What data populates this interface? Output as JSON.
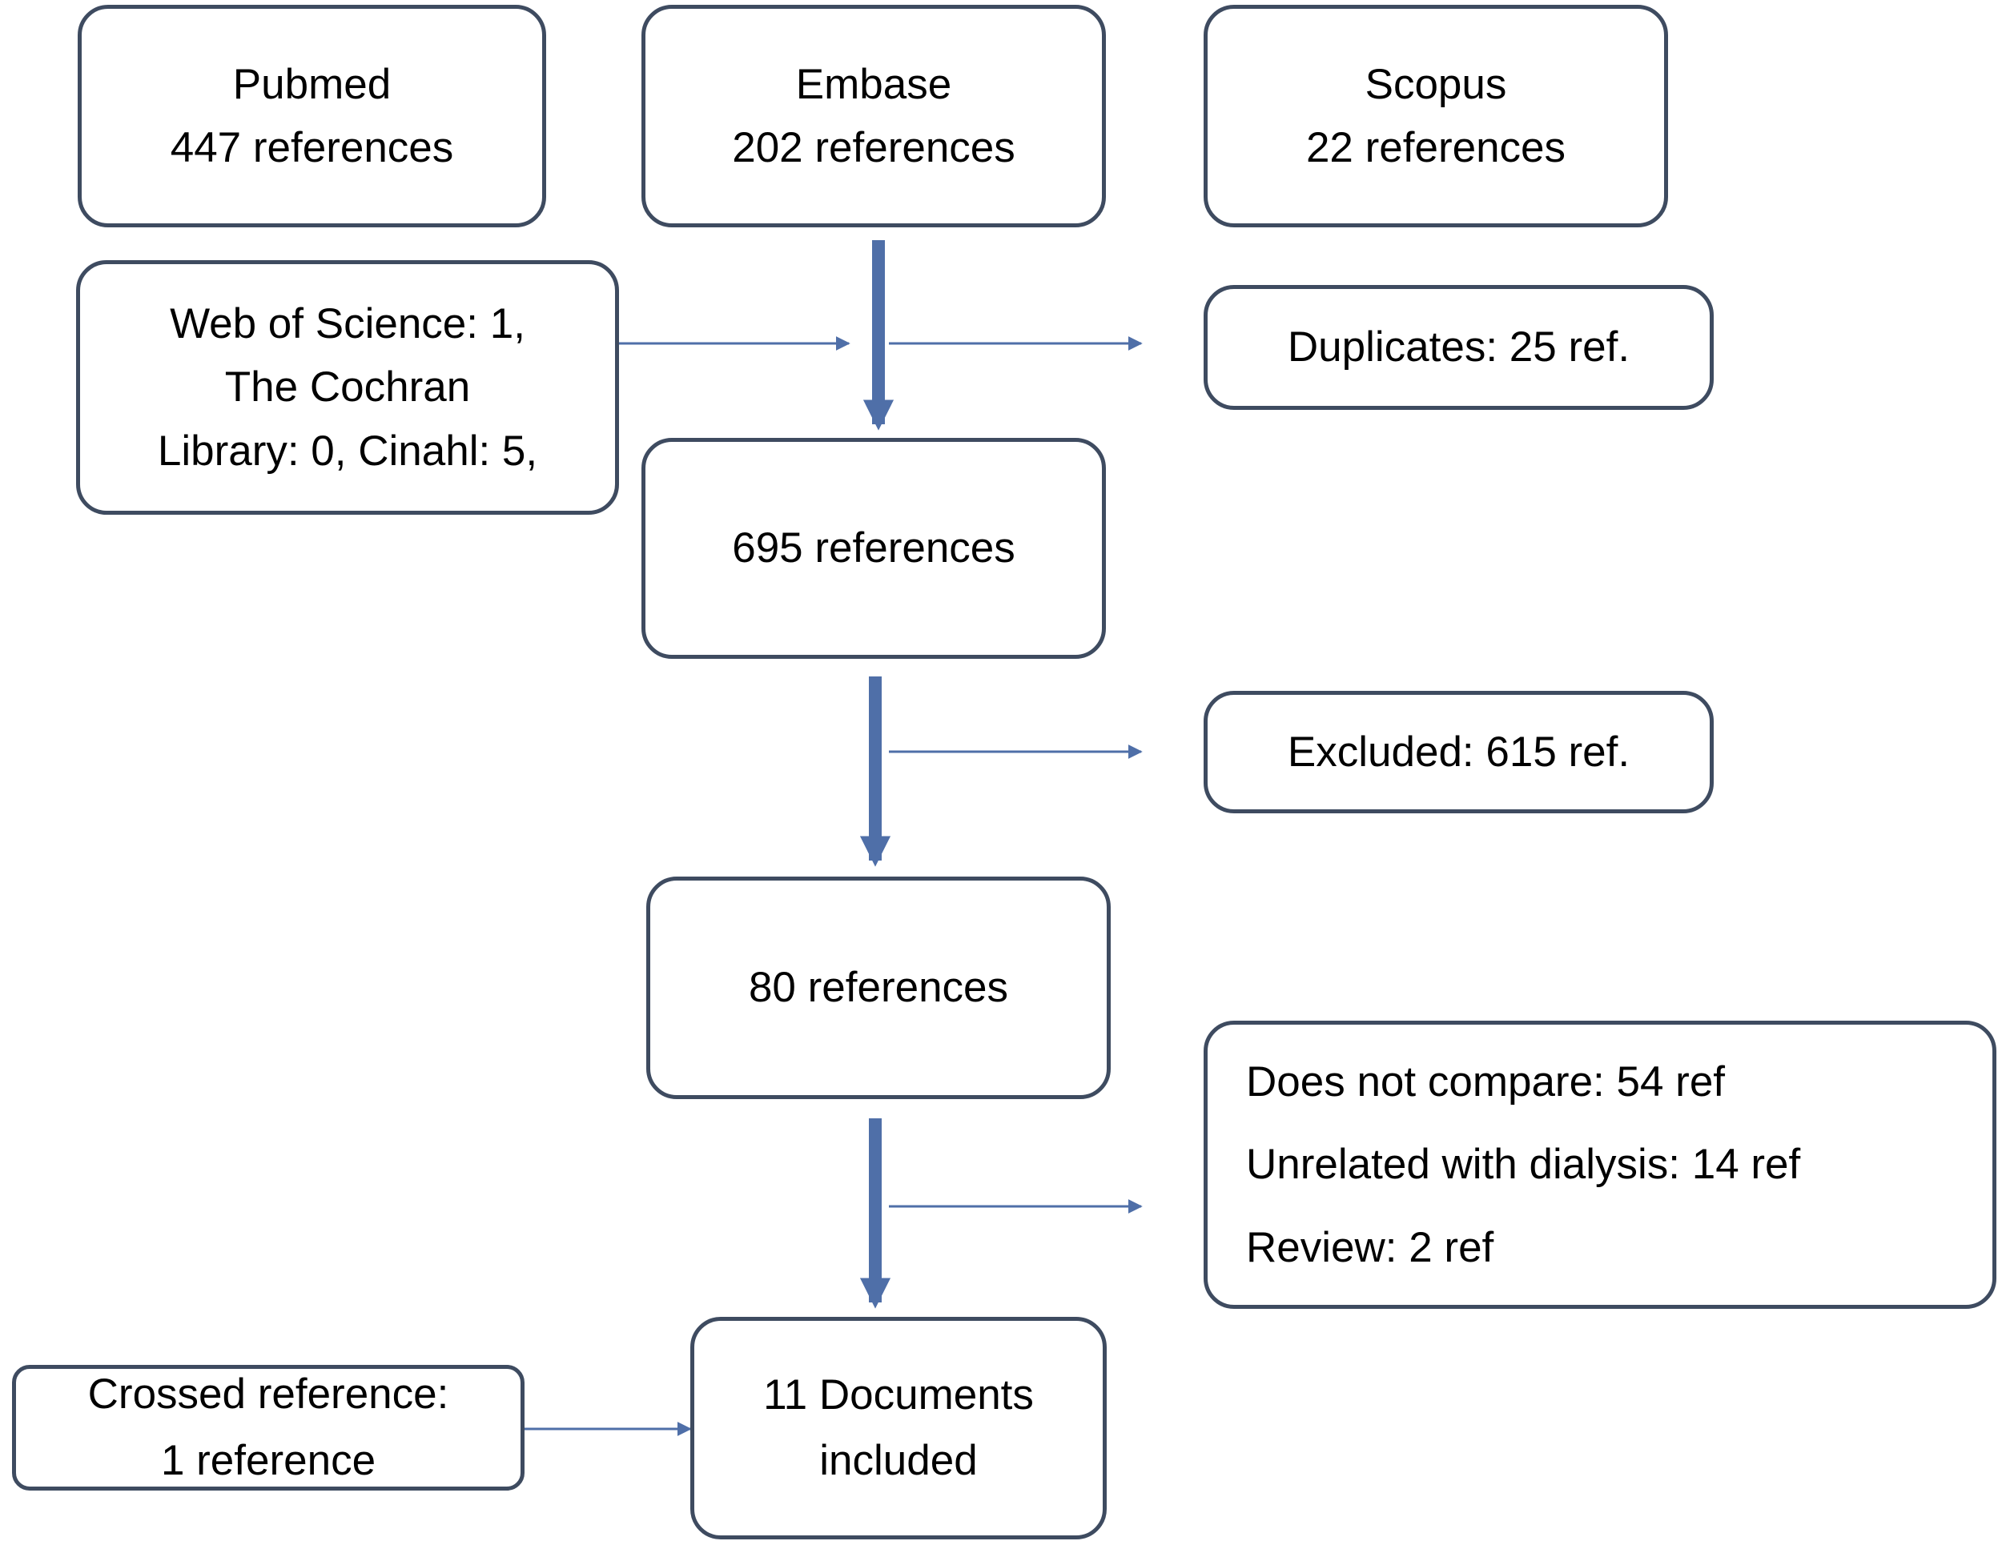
{
  "boxes": {
    "pubmed": [
      "Pubmed",
      "447 references"
    ],
    "embase": [
      "Embase",
      "202 references"
    ],
    "scopus": [
      "Scopus",
      "22 references"
    ],
    "other_dbs": [
      "Web of Science: 1,",
      "The Cochran",
      "Library: 0, Cinahl: 5,"
    ],
    "duplicates": [
      "Duplicates: 25 ref."
    ],
    "total": [
      "695 references"
    ],
    "excluded": [
      "Excluded: 615 ref."
    ],
    "screened": [
      "80 references"
    ],
    "exclusion_reasons": [
      "Does not compare: 54 ref",
      "Unrelated with dialysis: 14 ref",
      "Review: 2 ref"
    ],
    "crossed": [
      "Crossed reference:",
      "1 reference"
    ],
    "included": [
      "11 Documents",
      "included"
    ]
  },
  "colors": {
    "box_border": "#3e4b60",
    "arrow": "#4f6fa8"
  }
}
